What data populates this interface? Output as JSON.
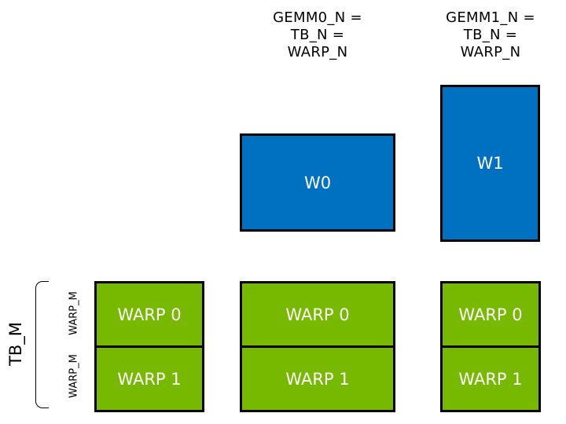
{
  "colors": {
    "warp_tile_blue": "#0070c0",
    "warp_green": "#76b900",
    "box_border": "#000000",
    "annotation_text": "#000000",
    "box_text": "#ffffff"
  },
  "top_labels": [
    {
      "lines": [
        "GEMM0_N =",
        "TB_N =",
        "WARP_N"
      ]
    },
    {
      "lines": [
        "GEMM1_N =",
        "TB_N =",
        "WARP_N"
      ]
    }
  ],
  "warp_tiles": [
    {
      "label": "W0"
    },
    {
      "label": "W1"
    }
  ],
  "left_axis": {
    "tb_label": "TB_M",
    "warp_m_labels": [
      "WARP_M",
      "WARP_M"
    ]
  },
  "warp_columns": [
    {
      "rows": [
        "WARP 0",
        "WARP 1"
      ]
    },
    {
      "rows": [
        "WARP 0",
        "WARP 1"
      ]
    },
    {
      "rows": [
        "WARP 0",
        "WARP 1"
      ]
    }
  ]
}
